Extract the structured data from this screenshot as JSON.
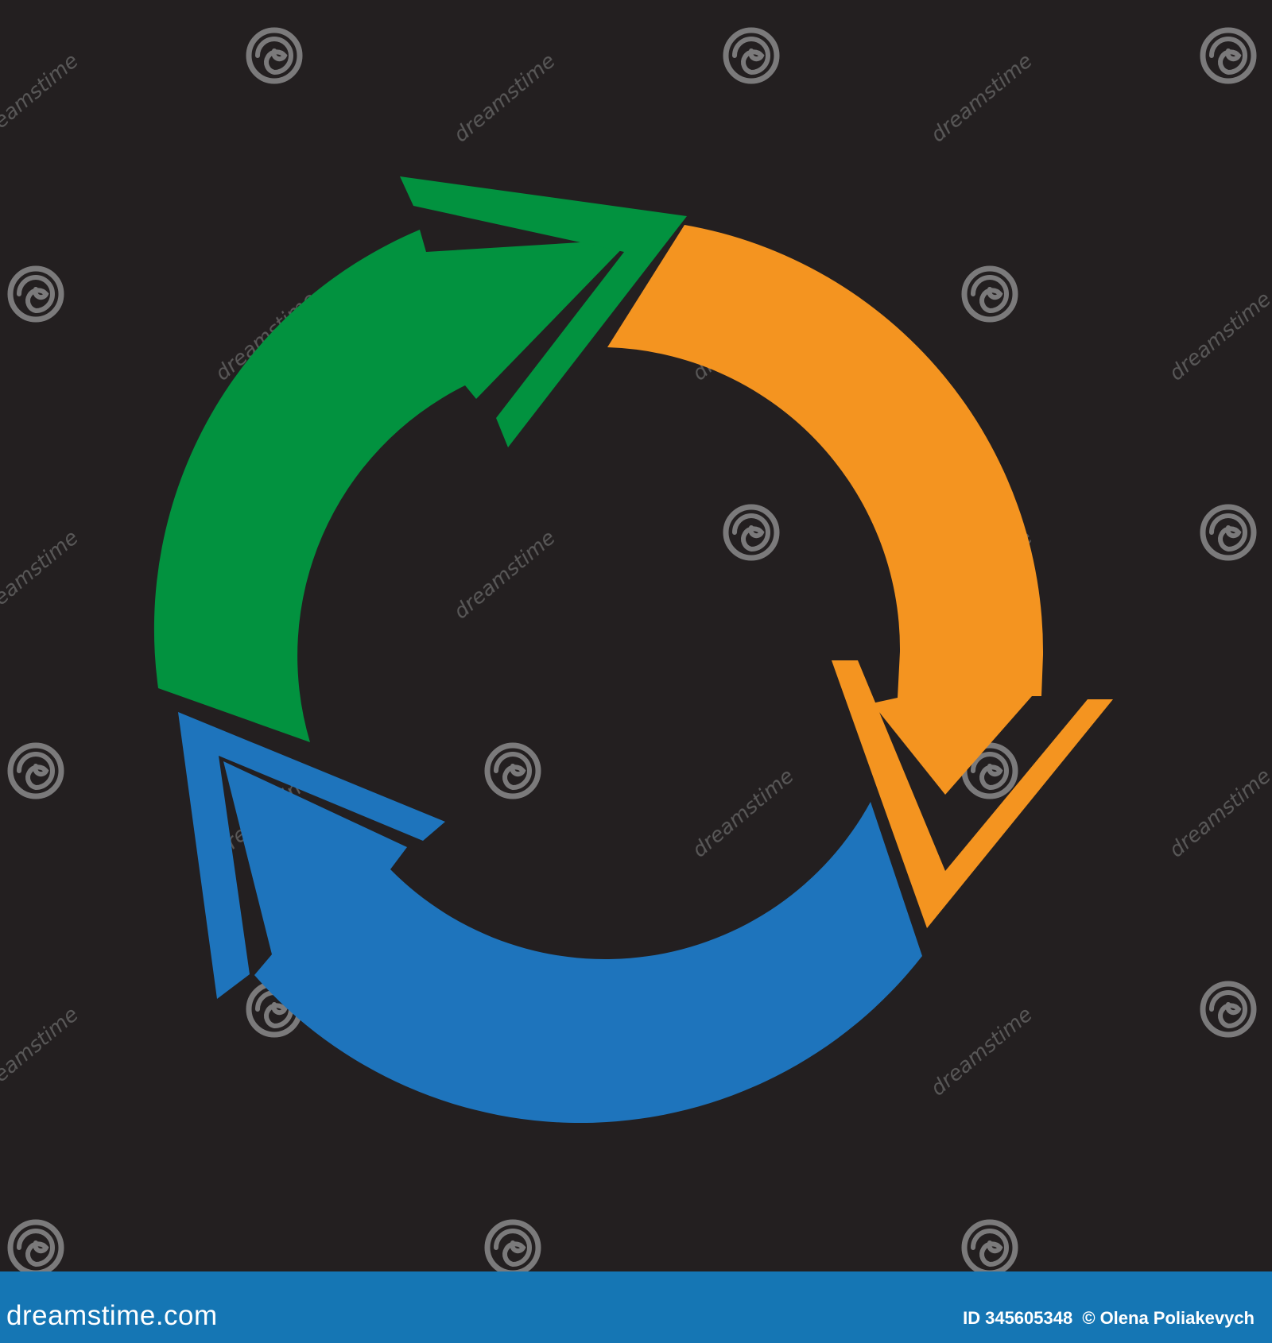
{
  "image": {
    "background_color": "#231f20",
    "arrows": [
      {
        "name": "green-arrow",
        "color": "#02923f"
      },
      {
        "name": "orange-arrow",
        "color": "#f49420"
      },
      {
        "name": "blue-arrow",
        "color": "#1e74bc"
      }
    ],
    "watermark": {
      "icon": "spiral-icon",
      "text": "dreamstime"
    }
  },
  "footer": {
    "background_color": "#1576b4",
    "brand": "dreamstime.com",
    "id_label": "ID",
    "id_value": "345605348",
    "copyright_symbol": "©",
    "author": "Olena Poliakevych"
  }
}
